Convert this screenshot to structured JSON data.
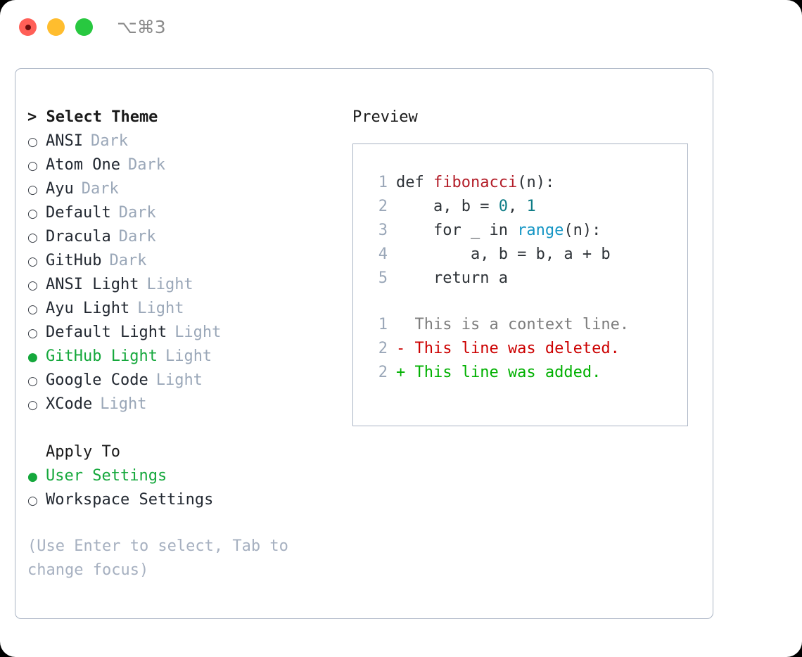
{
  "window": {
    "shortcut": "⌥⌘3",
    "traffic_lights": [
      {
        "name": "close",
        "color": "#ff5f57"
      },
      {
        "name": "minimize",
        "color": "#ffbd2e"
      },
      {
        "name": "maximize",
        "color": "#28c840"
      }
    ]
  },
  "colors": {
    "accent_green": "#15a83c",
    "muted": "#9aa7b8",
    "text": "#222831",
    "border": "#aab4c4",
    "diff_add": "#00b000",
    "diff_del": "#cc0000",
    "diff_ctx": "#7d7d7d"
  },
  "theme_list": {
    "header": "> Select Theme",
    "items": [
      {
        "marker": "○",
        "label": "ANSI",
        "kind": "Dark",
        "selected": false
      },
      {
        "marker": "○",
        "label": "Atom One",
        "kind": "Dark",
        "selected": false
      },
      {
        "marker": "○",
        "label": "Ayu",
        "kind": "Dark",
        "selected": false
      },
      {
        "marker": "○",
        "label": "Default",
        "kind": "Dark",
        "selected": false
      },
      {
        "marker": "○",
        "label": "Dracula",
        "kind": "Dark",
        "selected": false
      },
      {
        "marker": "○",
        "label": "GitHub",
        "kind": "Dark",
        "selected": false
      },
      {
        "marker": "○",
        "label": "ANSI Light",
        "kind": "Light",
        "selected": false
      },
      {
        "marker": "○",
        "label": "Ayu Light",
        "kind": "Light",
        "selected": false
      },
      {
        "marker": "○",
        "label": "Default Light",
        "kind": "Light",
        "selected": false
      },
      {
        "marker": "●",
        "label": "GitHub Light",
        "kind": "Light",
        "selected": true
      },
      {
        "marker": "○",
        "label": "Google Code",
        "kind": "Light",
        "selected": false
      },
      {
        "marker": "○",
        "label": "XCode",
        "kind": "Light",
        "selected": false
      }
    ]
  },
  "apply_to": {
    "header": "Apply To",
    "items": [
      {
        "marker": "●",
        "label": "User Settings",
        "selected": true
      },
      {
        "marker": "○",
        "label": "Workspace Settings",
        "selected": false
      }
    ]
  },
  "hint": "(Use Enter to select, Tab to change focus)",
  "preview": {
    "title": "Preview",
    "code_lines": [
      {
        "no": "1",
        "segments": [
          {
            "text": "def ",
            "tok": "plain"
          },
          {
            "text": "fibonacci",
            "tok": "fn"
          },
          {
            "text": "(n):",
            "tok": "plain"
          }
        ]
      },
      {
        "no": "2",
        "segments": [
          {
            "text": "    a, b = ",
            "tok": "plain"
          },
          {
            "text": "0",
            "tok": "num"
          },
          {
            "text": ", ",
            "tok": "plain"
          },
          {
            "text": "1",
            "tok": "num"
          }
        ]
      },
      {
        "no": "3",
        "segments": [
          {
            "text": "    for _ in ",
            "tok": "plain"
          },
          {
            "text": "range",
            "tok": "call"
          },
          {
            "text": "(n):",
            "tok": "plain"
          }
        ]
      },
      {
        "no": "4",
        "segments": [
          {
            "text": "        a, b = b, a + b",
            "tok": "plain"
          }
        ]
      },
      {
        "no": "5",
        "segments": [
          {
            "text": "    return a",
            "tok": "plain"
          }
        ]
      }
    ],
    "diff_lines": [
      {
        "no": "1",
        "kind": "ctx",
        "text": "  This is a context line."
      },
      {
        "no": "2",
        "kind": "del",
        "text": "- This line was deleted."
      },
      {
        "no": "2",
        "kind": "add",
        "text": "+ This line was added."
      }
    ]
  }
}
